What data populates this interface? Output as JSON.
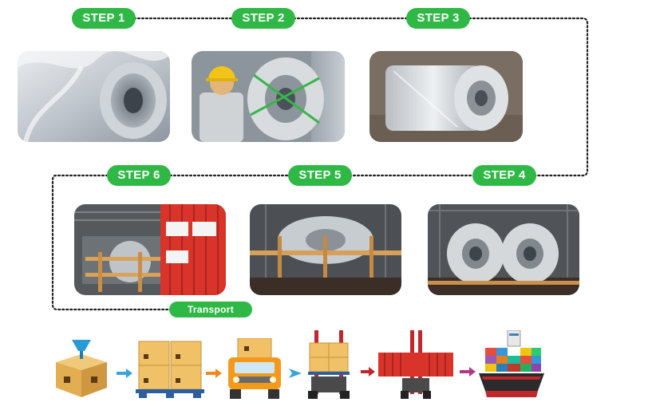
{
  "steps": [
    {
      "label": "STEP 1"
    },
    {
      "label": "STEP 2"
    },
    {
      "label": "STEP 3"
    },
    {
      "label": "STEP 4"
    },
    {
      "label": "STEP 5"
    },
    {
      "label": "STEP 6"
    }
  ],
  "transport_label": "Transport",
  "colors": {
    "pill_green": "#2fb845",
    "arrow_blue": "#3aa3dc",
    "arrow_orange": "#f08a1c",
    "arrow_red": "#c0272d",
    "arrow_purple": "#b03a8a",
    "container_red": "#d9342a",
    "box_tan": "#e8b65a"
  },
  "icons": [
    "box-icon",
    "arrow-icon",
    "pallet-boxes-icon",
    "arrow-icon",
    "truck-icon",
    "arrow-icon",
    "forklift-boxes-icon",
    "arrow-icon",
    "forklift-container-icon",
    "arrow-icon",
    "container-ship-icon"
  ]
}
